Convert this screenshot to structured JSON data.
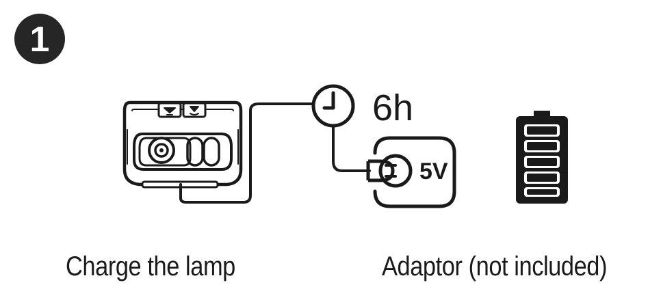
{
  "step": {
    "number": "1"
  },
  "diagram": {
    "duration_label": "6h",
    "voltage_label": "5V"
  },
  "captions": {
    "left": "Charge the lamp",
    "right": "Adaptor (not included)"
  },
  "icons": [
    "headlamp-icon",
    "clock-icon",
    "usb-plug-icon",
    "battery-full-icon"
  ],
  "colors": {
    "ink": "#1a1a1a",
    "background": "#ffffff"
  }
}
